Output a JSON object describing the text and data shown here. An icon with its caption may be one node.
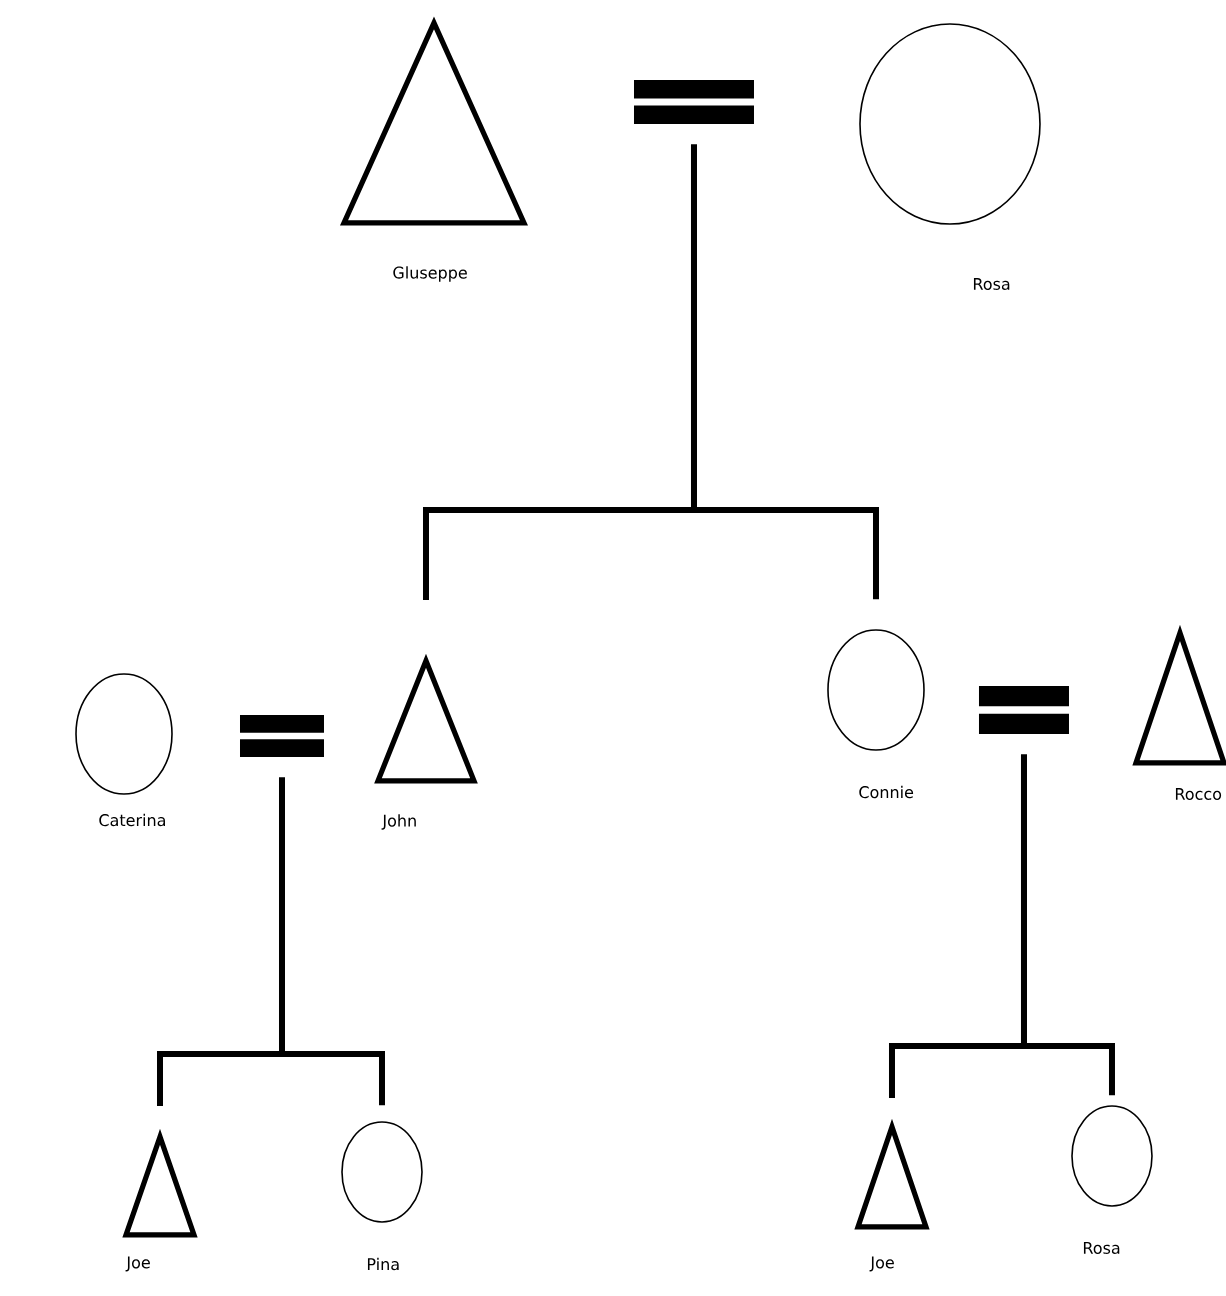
{
  "diagram": {
    "nodes": [
      {
        "text": [
          "Gluseppe"
        ]
      },
      {
        "text": [],
        "shape": "bar"
      },
      {
        "text": [
          "Rosa"
        ]
      },
      {
        "text": [
          "Caterina"
        ]
      },
      {
        "text": [],
        "shape": "bar"
      },
      {
        "text": [
          "John"
        ]
      },
      {
        "text": [
          "Connie"
        ]
      },
      {
        "text": [],
        "shape": "bar"
      },
      {
        "text": [
          "Rocco"
        ]
      },
      {
        "text": [
          "Joe"
        ]
      },
      {
        "text": [
          "Pina"
        ]
      },
      {
        "text": [
          "Joe"
        ]
      },
      {
        "text": [
          "Rosa"
        ]
      }
    ],
    "edges": [
      {
        "from": 1,
        "to": 5,
        "arrow": "none"
      },
      {
        "from": 1,
        "to": 6,
        "arrow": "none"
      },
      {
        "from": 4,
        "to": 9,
        "arrow": "none"
      },
      {
        "from": 4,
        "to": 10,
        "arrow": "none"
      },
      {
        "from": 7,
        "to": 11,
        "arrow": "none"
      },
      {
        "from": 7,
        "to": 12,
        "arrow": "none"
      }
    ]
  }
}
